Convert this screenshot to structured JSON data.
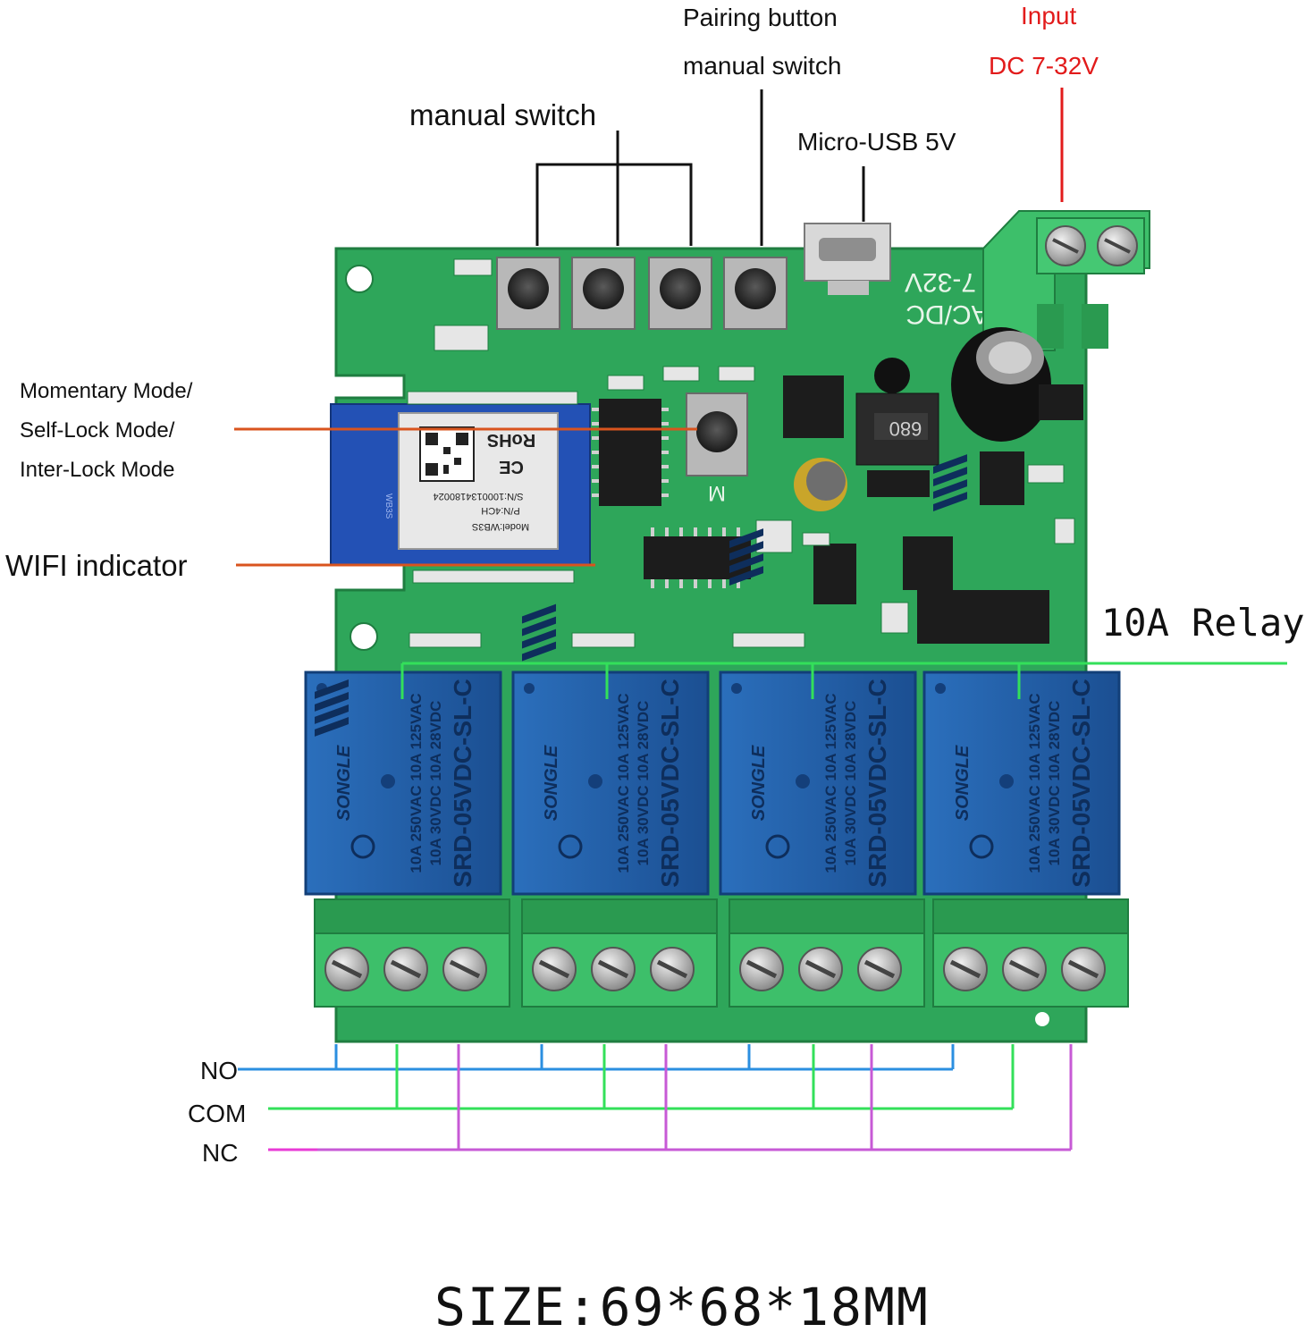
{
  "labels": {
    "pairing_button": "Pairing button",
    "manual_switch_right": "manual switch",
    "manual_switch_left": "manual switch",
    "micro_usb": "Micro-USB 5V",
    "input": "Input",
    "dc_range": "DC  7-32V",
    "mode_line1": "Momentary Mode/",
    "mode_line2": "Self-Lock Mode/",
    "mode_line3": "Inter-Lock Mode",
    "wifi_indicator": "WIFI indicator",
    "relay": "10A Relay",
    "no": "NO",
    "com": "COM",
    "nc": "NC",
    "size": "SIZE:69*68*18MM"
  },
  "board": {
    "silk_acdc": "AC/DC",
    "silk_volt": "7-32V",
    "silk_m": "M",
    "silk_inductor": "680",
    "module_rohs": "RoHS",
    "module_ce": "CE",
    "module_sn": "S/N:1000134180024",
    "module_pn": "P/N:4CH",
    "module_model": "Model:WB3S",
    "module_chip": "WB3S"
  },
  "relays": [
    {
      "brand": "SONGLE",
      "rating1": "10A 250VAC  10A 125VAC",
      "rating2": "10A 30VDC  10A 28VDC",
      "model": "SRD-05VDC-SL-C"
    },
    {
      "brand": "SONGLE",
      "rating1": "10A 250VAC  10A 125VAC",
      "rating2": "10A 30VDC  10A 28VDC",
      "model": "SRD-05VDC-SL-C"
    },
    {
      "brand": "SONGLE",
      "rating1": "10A 250VAC  10A 125VAC",
      "rating2": "10A 30VDC  10A 28VDC",
      "model": "SRD-05VDC-SL-C"
    },
    {
      "brand": "SONGLE",
      "rating1": "10A 250VAC  10A 125VAC",
      "rating2": "10A 30VDC  10A 28VDC",
      "model": "SRD-05VDC-SL-C"
    }
  ],
  "colors": {
    "pcb": "#2ea65a",
    "pcb_dark": "#1f7d40",
    "terminal": "#3dbf6a",
    "relay_blue": "#1f5fa8",
    "line_red": "#e21b1b",
    "line_orange": "#d9541e",
    "line_green": "#33e05a",
    "line_blue": "#2b8fe0",
    "line_magenta": "#c75ad6",
    "line_black": "#111111"
  },
  "icons": {
    "module_qr": "qr-code-icon",
    "relay_logo": "songle-logo-icon",
    "cert_mark": "ul-cert-icon"
  }
}
